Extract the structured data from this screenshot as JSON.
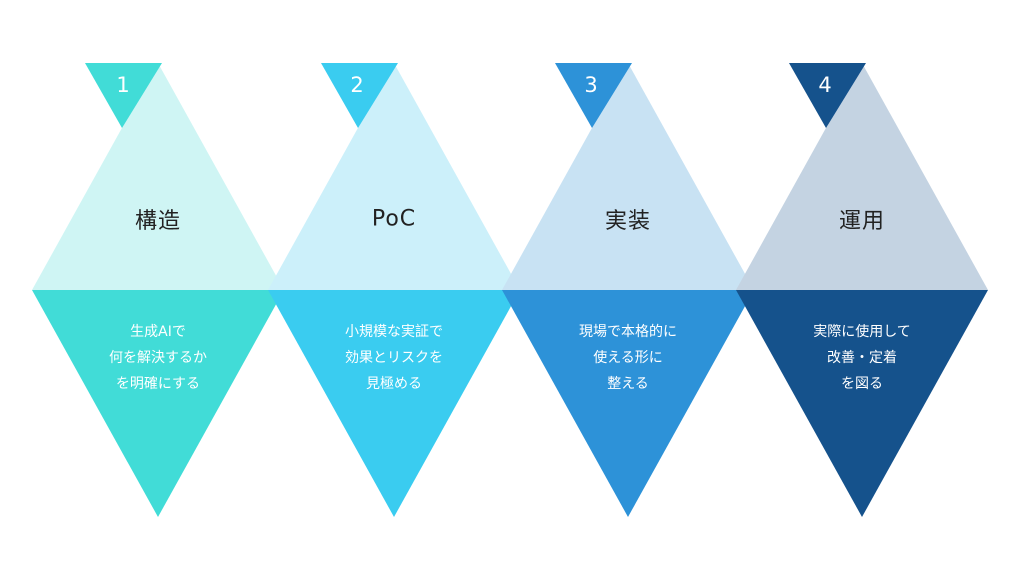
{
  "colors": {
    "background": "#ffffff",
    "title_text": "#222222",
    "on_dark_text": "#ffffff"
  },
  "steps": [
    {
      "number": "1",
      "title": "構造",
      "description": [
        "生成AIで",
        "何を解決するか",
        "を明確にする"
      ],
      "color_dark": "#41dcd7",
      "color_light": "#cff5f4"
    },
    {
      "number": "2",
      "title": "PoC",
      "description": [
        "小規模な実証で",
        "効果とリスクを",
        "見極める"
      ],
      "color_dark": "#3accf0",
      "color_light": "#ccf0fa"
    },
    {
      "number": "3",
      "title": "実装",
      "description": [
        "現場で本格的に",
        "使える形に",
        "整える"
      ],
      "color_dark": "#2d92d8",
      "color_light": "#c8e2f3"
    },
    {
      "number": "4",
      "title": "運用",
      "description": [
        "実際に使用して",
        "改善・定着",
        "を図る"
      ],
      "color_dark": "#15528c",
      "color_light": "#c4d3e2"
    }
  ]
}
